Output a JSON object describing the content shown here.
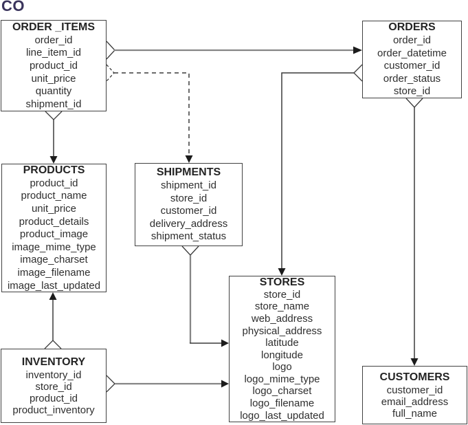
{
  "page": {
    "heading": "CO",
    "type": "entity-relationship-diagram"
  },
  "colors": {
    "heading": "#3A345C",
    "box_border": "#414141",
    "text": "#2e2e2e",
    "line_dark": "#3a3a3a",
    "line_gray": "#858585",
    "arrowhead": "#1c1c1c",
    "background": "#ffffff"
  },
  "tables": {
    "order_items": {
      "name": "ORDER _ITEMS",
      "fields": [
        "order_id",
        "line_item_id",
        "product_id",
        "unit_price",
        "quantity",
        "shipment_id"
      ]
    },
    "orders": {
      "name": "ORDERS",
      "fields": [
        "order_id",
        "order_datetime",
        "customer_id",
        "order_status",
        "store_id"
      ]
    },
    "products": {
      "name": "PRODUCTS",
      "fields": [
        "product_id",
        "product_name",
        "unit_price",
        "product_details",
        "product_image",
        "image_mime_type",
        "image_charset",
        "image_filename",
        "image_last_updated"
      ]
    },
    "shipments": {
      "name": "SHIPMENTS",
      "fields": [
        "shipment_id",
        "store_id",
        "customer_id",
        "delivery_address",
        "shipment_status"
      ]
    },
    "stores": {
      "name": "STORES",
      "fields": [
        "store_id",
        "store_name",
        "web_address",
        "physical_address",
        "latitude",
        "longitude",
        "logo",
        "logo_mime_type",
        "logo_charset",
        "logo_filename",
        "logo_last_updated"
      ]
    },
    "inventory": {
      "name": "INVENTORY",
      "fields": [
        "inventory_id",
        "store_id",
        "product_id",
        "product_inventory"
      ]
    },
    "customers": {
      "name": "CUSTOMERS",
      "fields": [
        "customer_id",
        "email_address",
        "full_name"
      ]
    }
  },
  "relationships": [
    {
      "source": "ORDER _ITEMS",
      "target": "ORDERS",
      "line_style": "solid",
      "source_marker": "open-chevron",
      "target_marker": "filled-arrow"
    },
    {
      "source": "ORDER _ITEMS",
      "target": "SHIPMENTS",
      "line_style": "dashed",
      "source_marker": "open-chevron",
      "target_marker": "filled-arrow"
    },
    {
      "source": "ORDER _ITEMS",
      "target": "PRODUCTS",
      "line_style": "solid",
      "source_marker": "open-chevron",
      "target_marker": "filled-arrow"
    },
    {
      "source": "INVENTORY",
      "target": "PRODUCTS",
      "line_style": "solid",
      "source_marker": "open-chevron",
      "target_marker": "filled-arrow"
    },
    {
      "source": "ORDERS",
      "target": "STORES",
      "line_style": "solid",
      "source_marker": "open-chevron",
      "target_marker": "filled-arrow"
    },
    {
      "source": "ORDERS",
      "target": "CUSTOMERS",
      "line_style": "solid",
      "source_marker": "open-chevron",
      "target_marker": "filled-arrow"
    },
    {
      "source": "SHIPMENTS",
      "target": "STORES",
      "line_style": "solid",
      "source_marker": "open-chevron",
      "target_marker": "filled-arrow"
    },
    {
      "source": "INVENTORY",
      "target": "STORES",
      "line_style": "solid",
      "source_marker": "open-chevron",
      "target_marker": "filled-arrow"
    }
  ]
}
